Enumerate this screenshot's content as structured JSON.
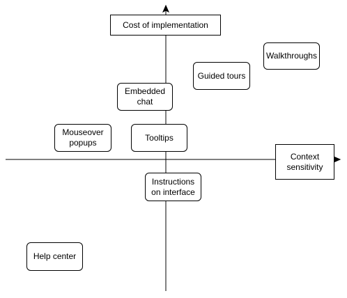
{
  "diagram": {
    "axis_labels": {
      "y": "Cost of implementation",
      "x": "Context\nsensitivity"
    },
    "items": [
      {
        "id": "walkthroughs",
        "label": "Walkthroughs"
      },
      {
        "id": "guided-tours",
        "label": "Guided tours"
      },
      {
        "id": "embedded-chat",
        "label": "Embedded\nchat"
      },
      {
        "id": "mouseover-popups",
        "label": "Mouseover\npopups"
      },
      {
        "id": "tooltips",
        "label": "Tooltips"
      },
      {
        "id": "instructions-on-interface",
        "label": "Instructions\non interface"
      },
      {
        "id": "help-center",
        "label": "Help center"
      }
    ]
  }
}
